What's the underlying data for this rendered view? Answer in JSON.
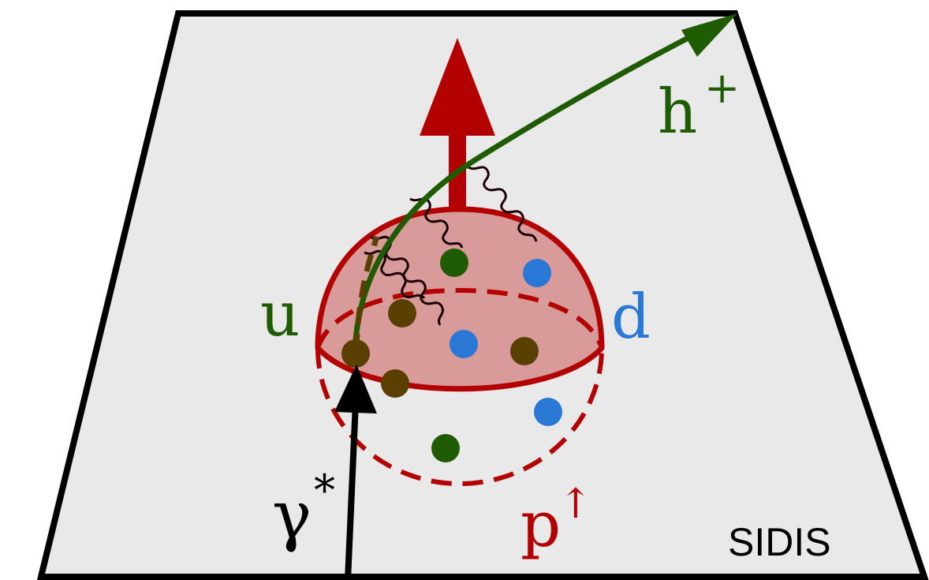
{
  "labels": {
    "quark_u": "u",
    "quark_d": "d",
    "hadron": "h",
    "hadron_charge": "+",
    "photon": "γ",
    "photon_star": "*",
    "proton": "p",
    "proton_spin": "↑",
    "process": "SIDIS"
  },
  "colors": {
    "plane_fill": "#e9e9e9",
    "plane_stroke": "#000000",
    "proton_red": "#b30000",
    "proton_fill": "#d99a9a",
    "u_green": "#1f5b00",
    "d_blue": "#2a78d6",
    "brown_quark": "#5a4000",
    "gluon": "#000000",
    "photon_black": "#000000"
  }
}
